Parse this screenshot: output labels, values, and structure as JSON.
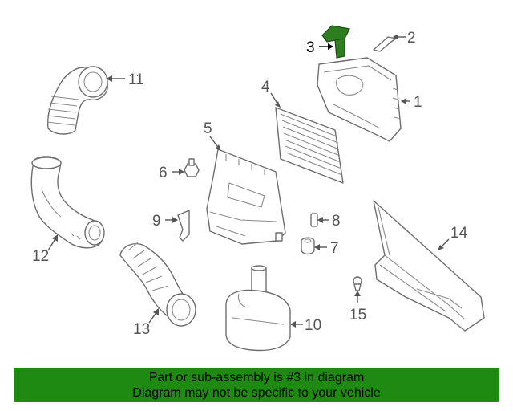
{
  "callouts": {
    "c1": "1",
    "c2": "2",
    "c3": "3",
    "c4": "4",
    "c5": "5",
    "c6": "6",
    "c7": "7",
    "c8": "8",
    "c9": "9",
    "c10": "10",
    "c11": "11",
    "c12": "12",
    "c13": "13",
    "c14": "14",
    "c15": "15"
  },
  "highlight_part": "3",
  "colors": {
    "banner_bg": "#1f8a12",
    "highlight": "#2e7d1f",
    "line": "#6e6e6e"
  },
  "banner": {
    "line1": "Part or sub-assembly is #3 in diagram",
    "line2": "Diagram may not be specific to your vehicle"
  }
}
